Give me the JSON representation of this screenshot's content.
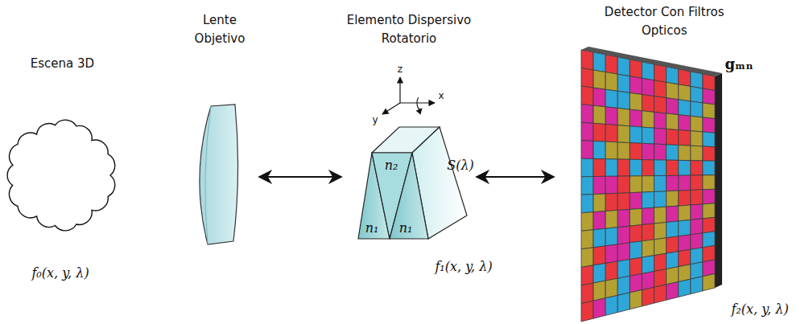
{
  "diagram": {
    "nodes": [
      {
        "text": [
          "Escena 3D"
        ]
      },
      {
        "text": [
          "Lente Objetivo"
        ]
      },
      {
        "text": [
          "Elemento Dispersivo Rotatorio"
        ]
      },
      {
        "text": [
          "Detector Con Filtros Opticos"
        ]
      }
    ],
    "edges": [
      {
        "from": 1,
        "to": 2,
        "arrow": "both"
      },
      {
        "from": 2,
        "to": 3,
        "arrow": "both"
      }
    ],
    "labels": [
      "f₀(x, y, λ)",
      "z",
      "y",
      "x",
      "n₂",
      "n₁",
      "n₁",
      "S(λ)",
      "f₁(x, y, λ)",
      "gₘₙ",
      "f₂(x, y, λ)"
    ]
  }
}
